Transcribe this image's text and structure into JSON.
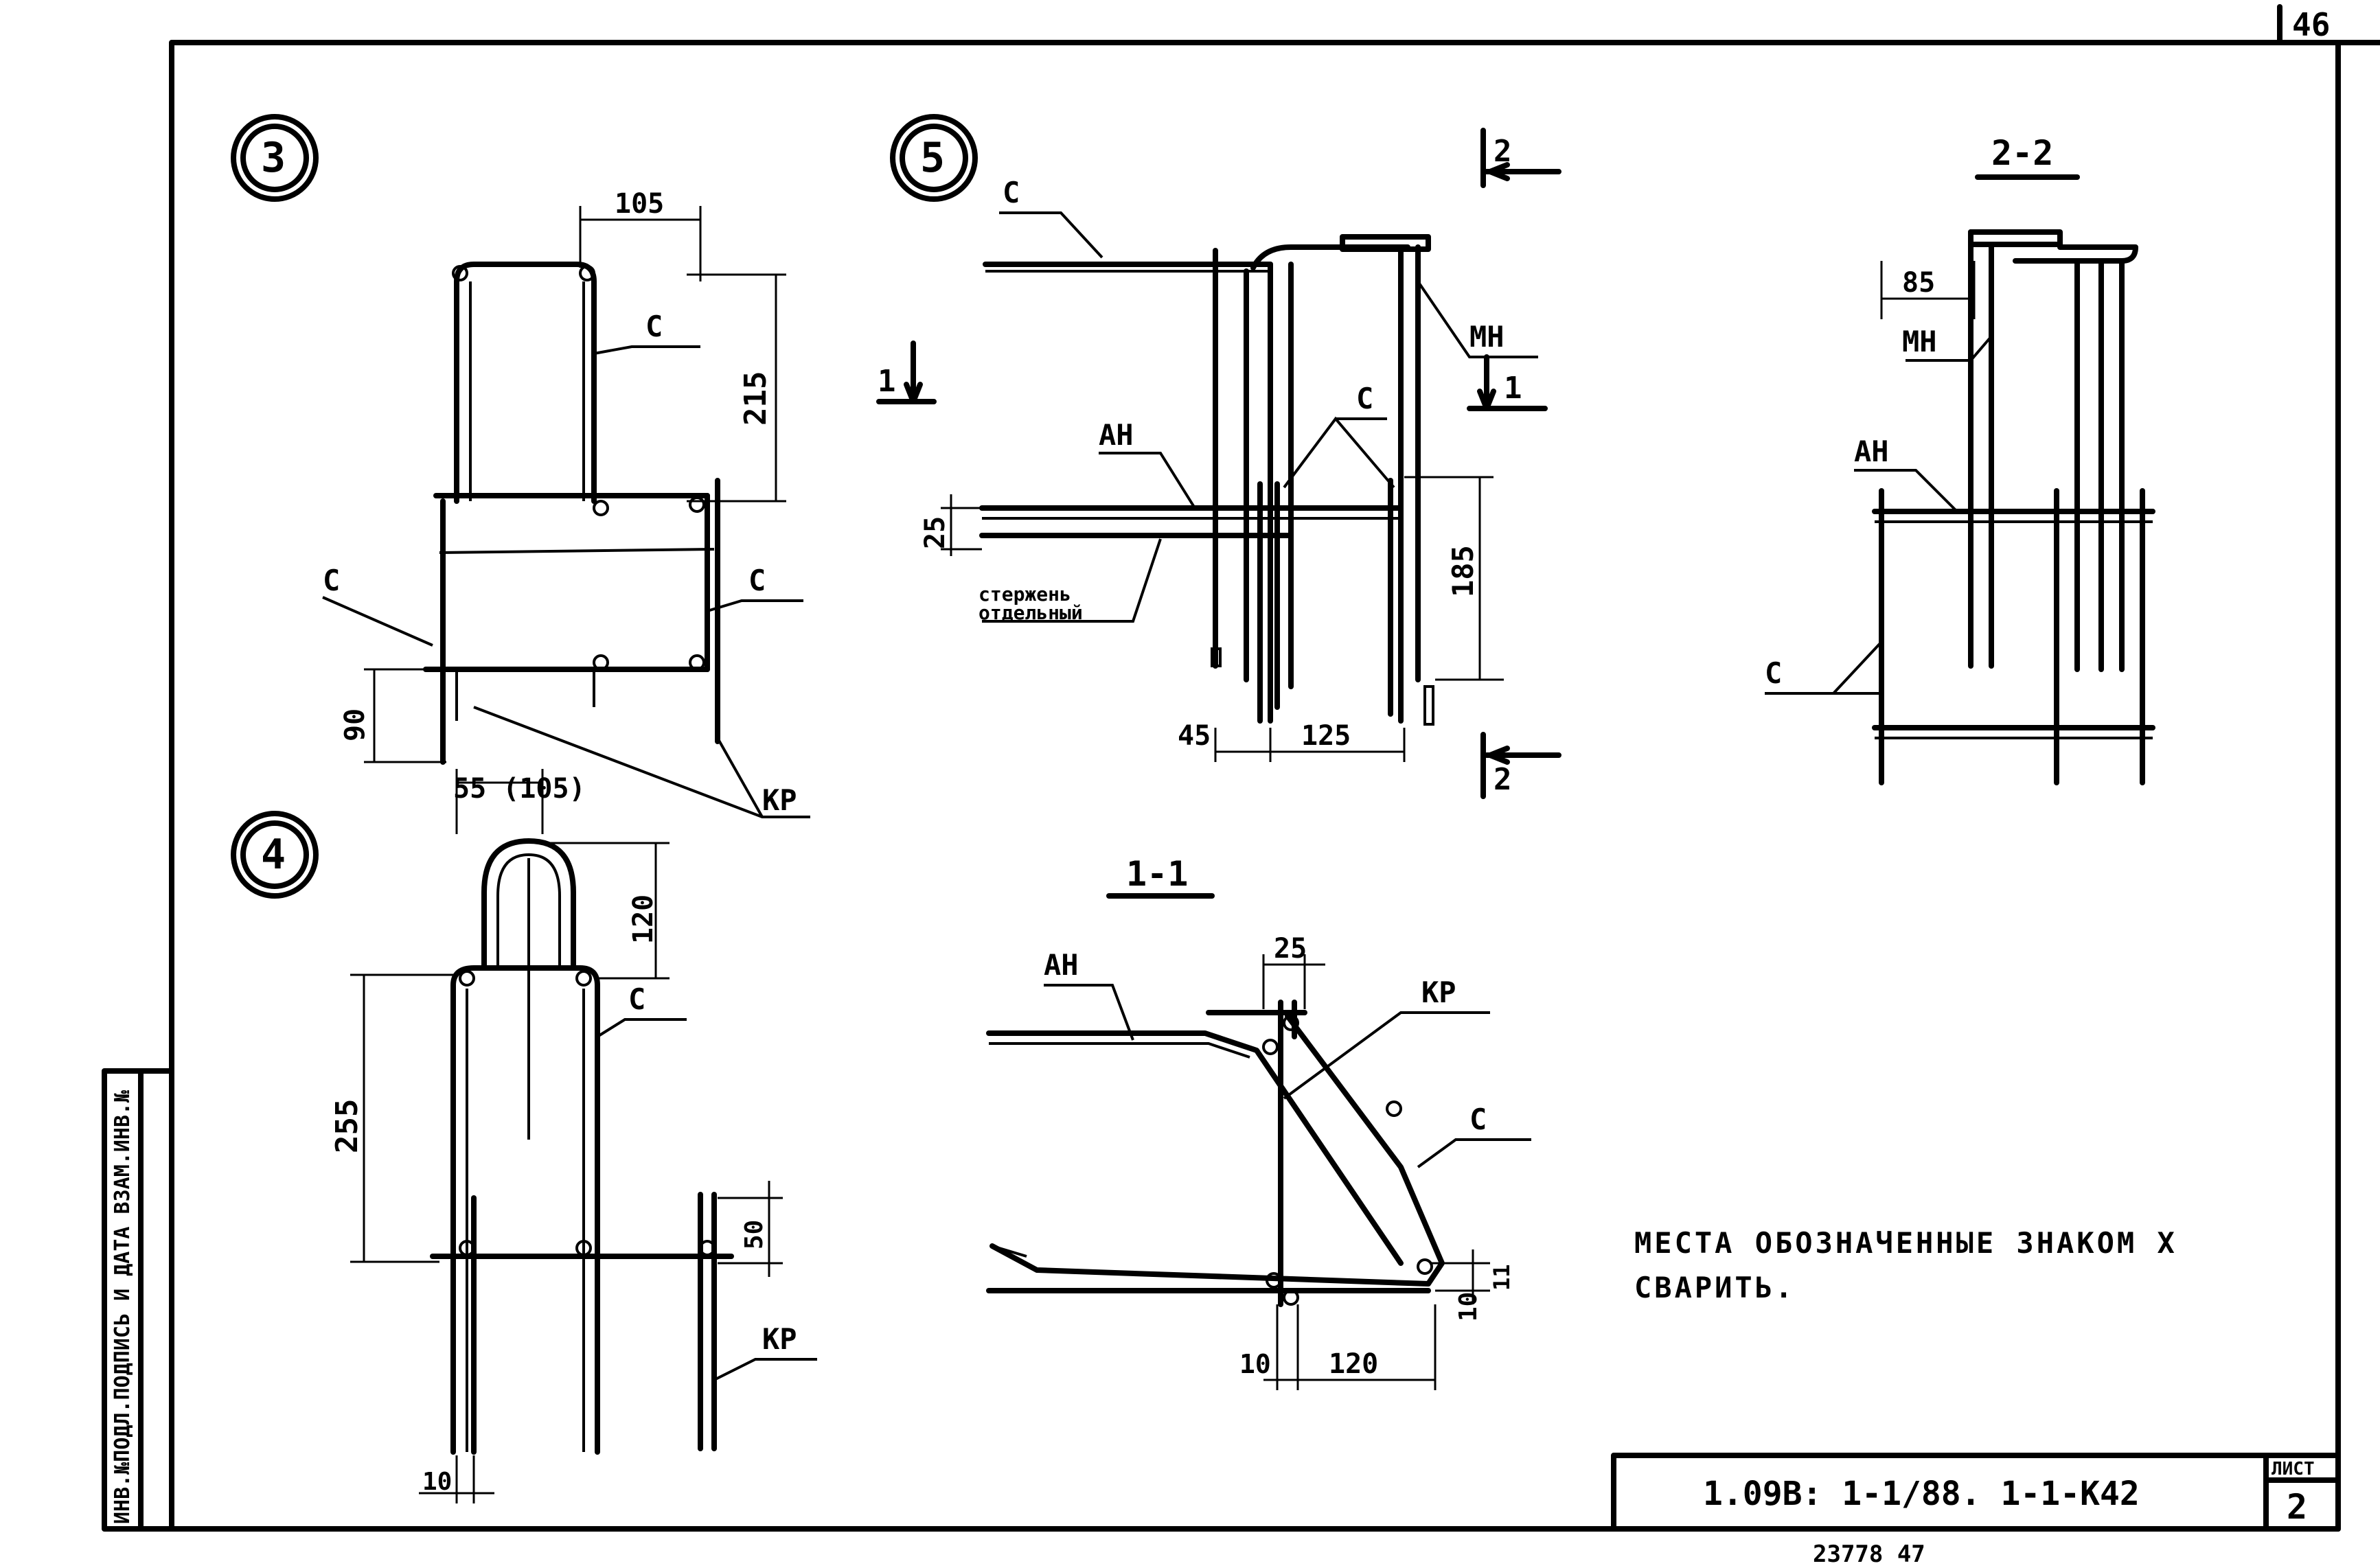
{
  "sheet_corner_number": "46",
  "title_block": {
    "code": "1.09В: 1-1/88. 1-1-К42",
    "sheet_label": "ЛИСТ",
    "sheet_number": "2"
  },
  "archive_number": "23778   47",
  "side_stamp": "ИНВ.№ПОДЛ.ПОДПИСЬ И ДАТА ВЗАМ.ИНВ.№",
  "note_line1": "МЕСТА ОБОЗНАЧЕННЫЕ ЗНАКОМ Х",
  "note_line2": "СВАРИТЬ.",
  "details": {
    "d3": {
      "mark": "3",
      "labels": [
        "С",
        "С",
        "С",
        "КР"
      ],
      "dims": [
        "105",
        "215",
        "90"
      ]
    },
    "d4": {
      "mark": "4",
      "labels": [
        "С",
        "КР"
      ],
      "dims": [
        "55 (105)",
        "120",
        "255",
        "50",
        "10"
      ]
    },
    "d5": {
      "mark": "5",
      "labels": [
        "С",
        "МН",
        "С",
        "АН",
        "стержень",
        "отдельный"
      ],
      "dims": [
        "25",
        "185",
        "45",
        "125"
      ],
      "section_marks": [
        "1",
        "1",
        "2",
        "2"
      ]
    },
    "s11": {
      "title": "1-1",
      "labels": [
        "АН",
        "КР",
        "С"
      ],
      "dims": [
        "25",
        "10",
        "10",
        "120",
        "11"
      ]
    },
    "s22": {
      "title": "2-2",
      "labels": [
        "МН",
        "АН",
        "С"
      ],
      "dims": [
        "85"
      ]
    }
  }
}
